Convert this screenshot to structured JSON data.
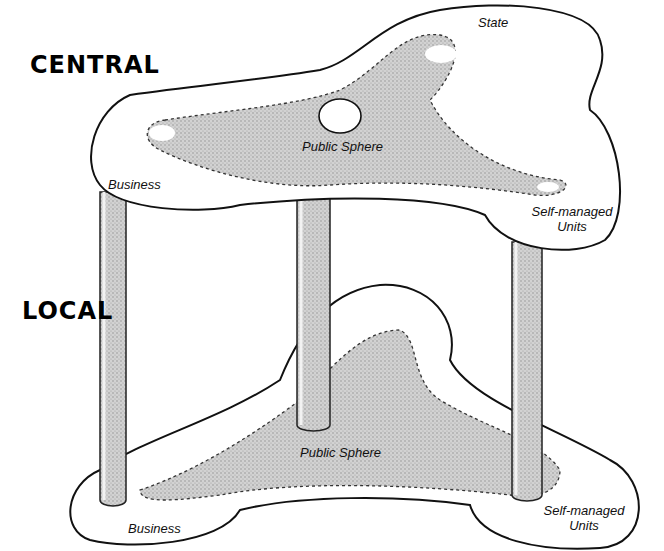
{
  "diagram": {
    "nodes": [
      {
        "text": [
          "CENTRAL",
          "State",
          "Business",
          "Self-managed Units"
        ]
      },
      {
        "text": [
          "Public Sphere"
        ],
        "in": 0
      },
      {
        "text": [
          "LOCAL",
          "Business",
          "Self-managed Units"
        ]
      },
      {
        "text": [
          "Public Sphere"
        ],
        "in": 2
      }
    ],
    "edges": [
      {
        "from": 0,
        "to": 2,
        "arrow": "none"
      },
      {
        "from": 0,
        "to": 2,
        "arrow": "none"
      },
      {
        "from": 0,
        "to": 2,
        "arrow": "none"
      }
    ]
  }
}
